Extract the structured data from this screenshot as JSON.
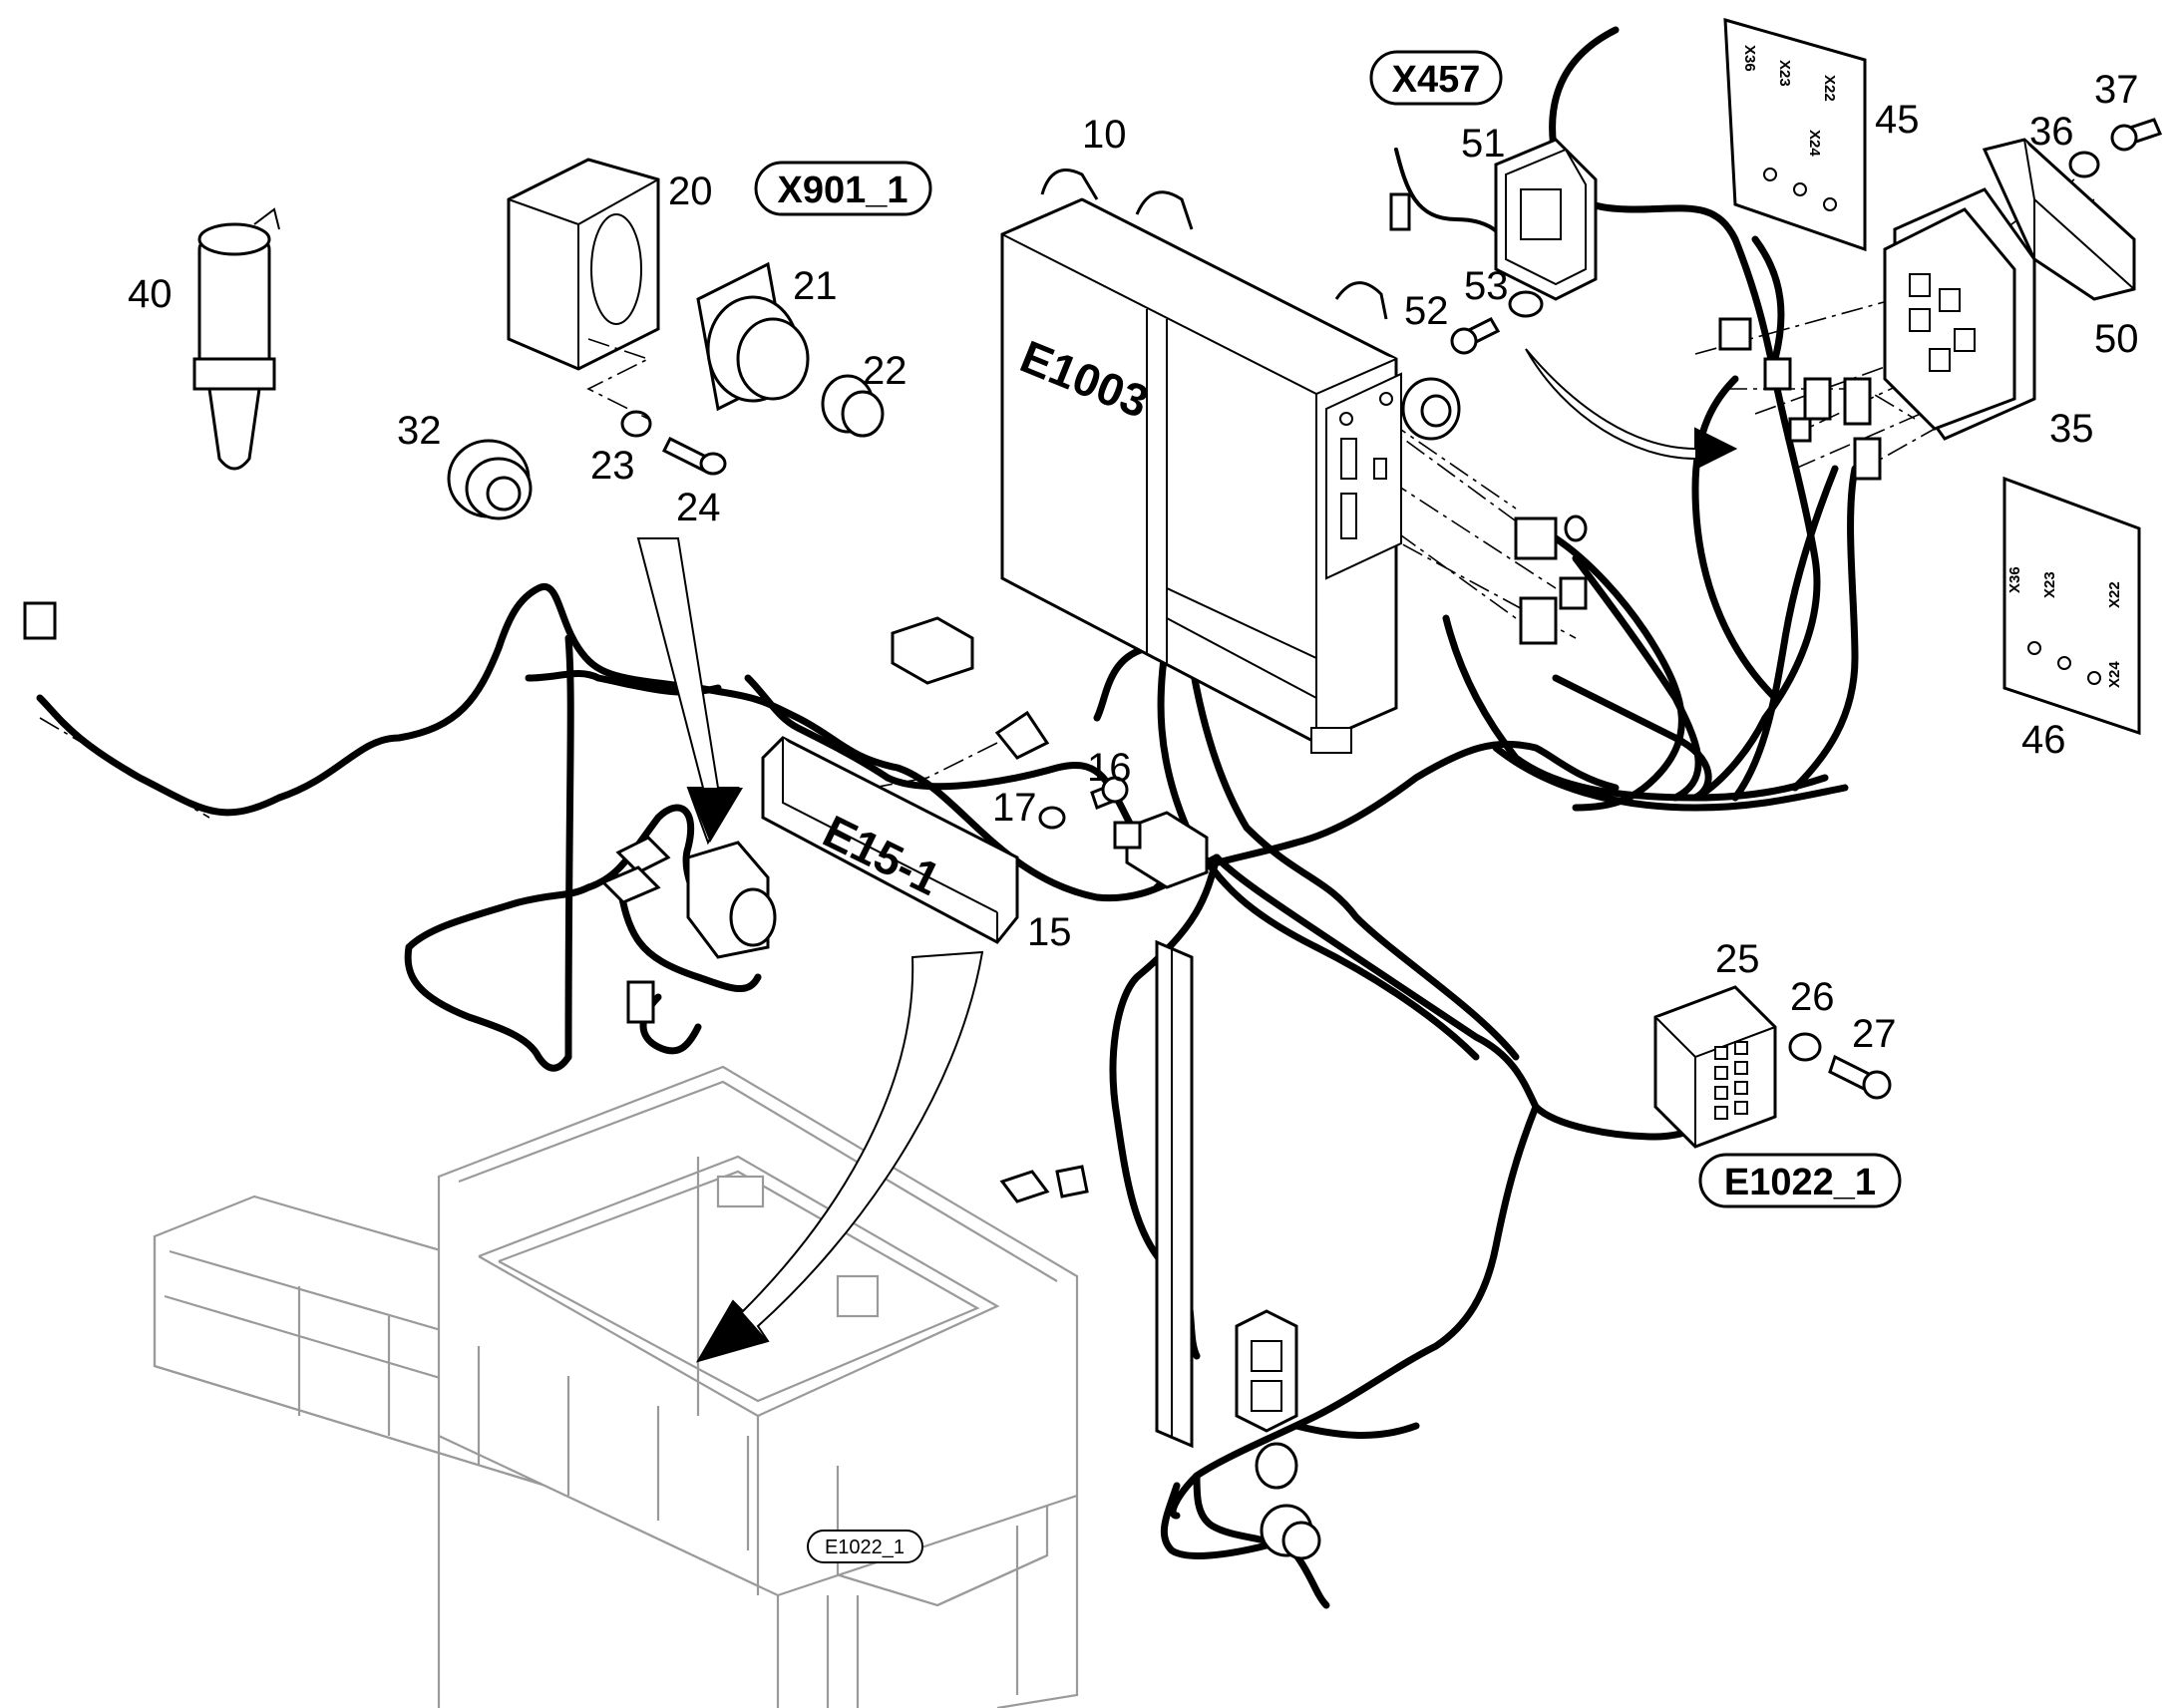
{
  "callouts": {
    "x901": "X901_1",
    "x457": "X457",
    "e1022_main": "E1022_1",
    "e1022_frame": "E1022_1"
  },
  "panel_labels": {
    "e1003": "E1003",
    "e15": "E15-1"
  },
  "connector_labels": {
    "x36": "X36",
    "x22": "X22",
    "x23": "X23",
    "x24": "X24"
  },
  "part_numbers": {
    "p10": "10",
    "p15": "15",
    "p16": "16",
    "p17": "17",
    "p20": "20",
    "p21": "21",
    "p22": "22",
    "p23": "23",
    "p24": "24",
    "p25": "25",
    "p26": "26",
    "p27": "27",
    "p32": "32",
    "p35": "35",
    "p36": "36",
    "p37": "37",
    "p40": "40",
    "p45": "45",
    "p46": "46",
    "p50": "50",
    "p51": "51",
    "p52": "52",
    "p53": "53"
  }
}
